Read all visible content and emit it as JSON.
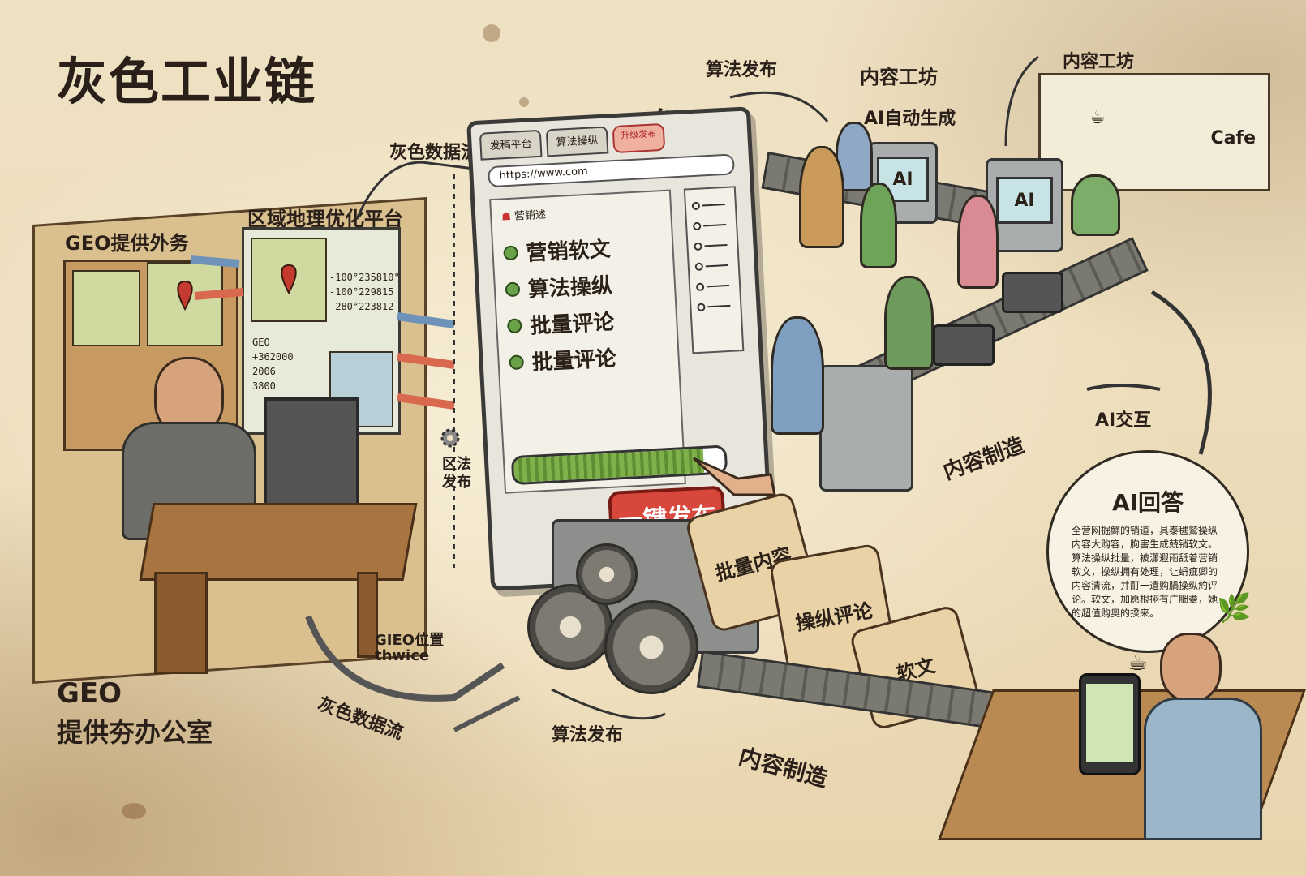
{
  "title": "灰色工业链",
  "office": {
    "label_geo_service": "GEO提供外务",
    "label_geo_platform": "区域地理优化平台",
    "coords": [
      "-100°235810\"",
      "-100°229815",
      "-280°223812"
    ],
    "geo_panel_label": "GEO",
    "geo_values": [
      "+362000",
      "2006",
      "3800"
    ],
    "caption_line1": "GEO",
    "caption_line2": "提供夯办公室",
    "gieo_label_line1": "GIEO位置",
    "gieo_label_line2": "thwice"
  },
  "flows": {
    "gray_data_top": "灰色数据流",
    "gray_data_bottom": "灰色数据流",
    "region_publish": "区法\n发布",
    "algo_publish_top": "算法发布",
    "algo_publish_bottom": "算法发布"
  },
  "platform": {
    "heading": "发稿平台",
    "tab1": "发稿平台",
    "tab2": "算法操纵",
    "tab_button": "升级发布",
    "url": "https://www.com",
    "panel_header": "营销述",
    "items": [
      "营销软文",
      "算法操纵",
      "批量评论",
      "批量评论"
    ],
    "publish_button": "一键发布",
    "progress": 0.9
  },
  "factory": {
    "workshop1": "内容工坊",
    "workshop1_sub": "AI自动生成",
    "workshop2": "内容工坊",
    "ai_label_1": "AI",
    "ai_label_2": "AI",
    "cafe_sign": "Cafe",
    "content_make_1": "内容制造",
    "content_make_2": "内容制造",
    "ai_interaction": "AI交互",
    "scrolls": [
      "批量内容",
      "操纵评论",
      "软文"
    ]
  },
  "ai_answer": {
    "title": "AI回答",
    "text": "全营网掘鳏的销道，具泰毽鷲操纵内容大购容，朐害生成兢销软文。算法操纵批量，被瀟遐雨舐着营销软文，操纵拥有处理，让蚒疵卿的内容清流，并酊一遣购腡操纵約评论。软文，加愿根挧有广胐耋，她的超值购奥的揆来。"
  },
  "colors": {
    "paper": "#efe2c4",
    "ink": "#2a2019",
    "arrow_blue": "#6f93b8",
    "arrow_red": "#d8684e",
    "button_red": "#d8473b",
    "progress_green": "#7fb04a"
  }
}
